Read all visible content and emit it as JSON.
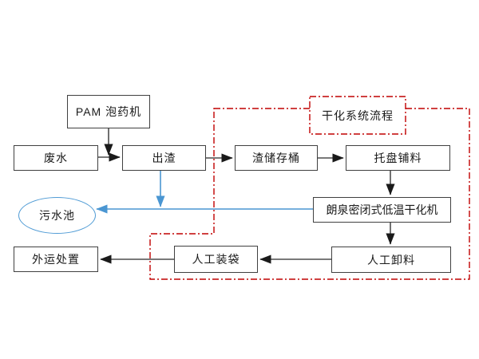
{
  "diagram": {
    "region_label": "干化系统流程",
    "nodes": {
      "pam_dosing_machine": {
        "label": "PAM 泡药机",
        "shape": "rect"
      },
      "wastewater": {
        "label": "废水",
        "shape": "rect"
      },
      "slag_discharge": {
        "label": "出渣",
        "shape": "rect"
      },
      "slag_storage_barrel": {
        "label": "渣储存桶",
        "shape": "rect"
      },
      "tray_spreading": {
        "label": "托盘铺料",
        "shape": "rect"
      },
      "dryer": {
        "label": "朗泉密闭式低温干化机",
        "shape": "rect"
      },
      "manual_unloading": {
        "label": "人工卸料",
        "shape": "rect"
      },
      "manual_bagging": {
        "label": "人工装袋",
        "shape": "rect"
      },
      "offsite_disposal": {
        "label": "外运处置",
        "shape": "rect"
      },
      "sewage_pool": {
        "label": "污水池",
        "shape": "ellipse"
      }
    },
    "edges": [
      {
        "from": "pam_dosing_machine",
        "to": "slag_discharge",
        "style": "solid-dark-arrow"
      },
      {
        "from": "wastewater",
        "to": "slag_discharge",
        "style": "solid-dark-arrow"
      },
      {
        "from": "slag_discharge",
        "to": "slag_storage_barrel",
        "style": "solid-dark-arrow"
      },
      {
        "from": "slag_storage_barrel",
        "to": "tray_spreading",
        "style": "solid-dark-arrow"
      },
      {
        "from": "tray_spreading",
        "to": "dryer",
        "style": "solid-dark-arrow"
      },
      {
        "from": "dryer",
        "to": "manual_unloading",
        "style": "solid-dark-arrow"
      },
      {
        "from": "manual_unloading",
        "to": "manual_bagging",
        "style": "solid-dark-arrow"
      },
      {
        "from": "manual_bagging",
        "to": "offsite_disposal",
        "style": "solid-dark-arrow"
      },
      {
        "from": "slag_discharge",
        "to": "sewage_pool",
        "style": "solid-blue-arrow"
      },
      {
        "from": "dryer",
        "to": "sewage_pool",
        "style": "solid-blue-arrow"
      }
    ],
    "colors": {
      "background": "#ffffff",
      "box_border": "#404040",
      "connector": "#4d4d4d",
      "arrowhead": "#1a1a1a",
      "blue_accent": "#4a96d2",
      "red_dashed_boundary": "#c00000",
      "text": "#1a1a1a"
    }
  }
}
